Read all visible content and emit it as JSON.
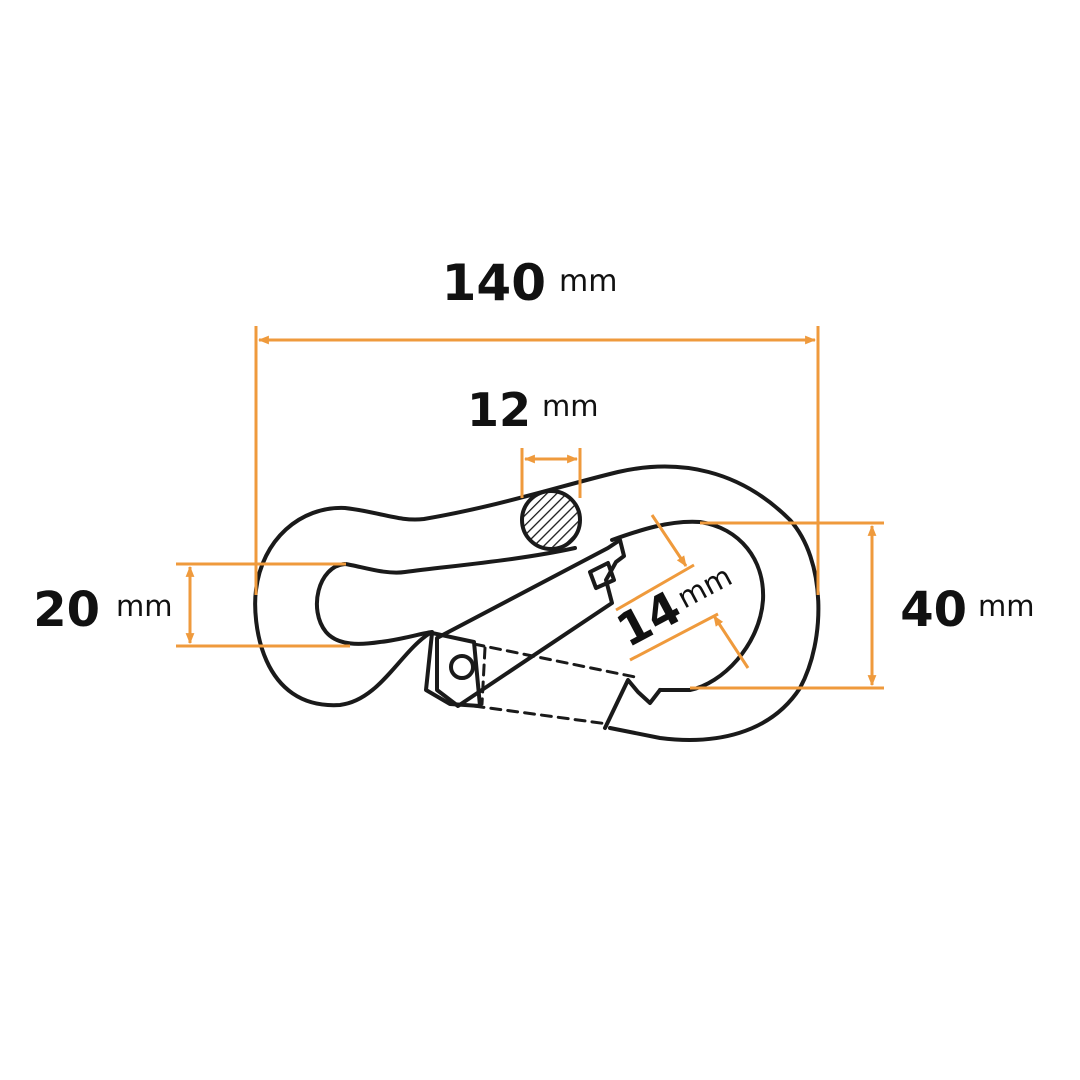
{
  "colors": {
    "dimension": "#ef9a3c",
    "outline": "#1a1a1a",
    "background": "#ffffff"
  },
  "dimensions": {
    "overall_length": {
      "value": "140",
      "unit": "mm"
    },
    "wire_diameter": {
      "value": "12",
      "unit": "mm"
    },
    "small_eye_inner": {
      "value": "20",
      "unit": "mm"
    },
    "gate_opening": {
      "value": "14",
      "unit": "mm"
    },
    "large_eye_inner": {
      "value": "40",
      "unit": "mm"
    }
  }
}
